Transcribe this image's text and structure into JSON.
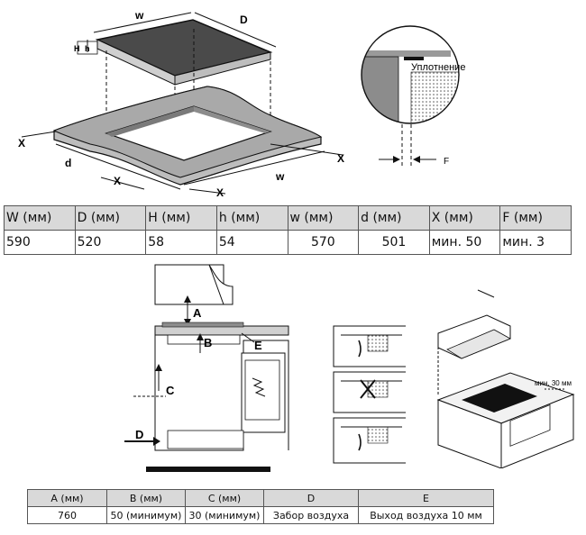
{
  "top_diagram": {
    "labels": {
      "w_top": "w",
      "D": "D",
      "H": "H",
      "h": "h",
      "X1": "X",
      "d": "d",
      "X2": "X",
      "X3": "X",
      "w_bottom": "w",
      "X4": "X"
    }
  },
  "detail": {
    "seal_label": "Уплотнение",
    "F": "F"
  },
  "dims_table": {
    "headers": [
      "W (мм)",
      "D (мм)",
      "H (мм)",
      "h (мм)",
      "w (мм)",
      "d (мм)",
      "X (мм)",
      "F (мм)"
    ],
    "values": [
      "590",
      "520",
      "58",
      "54",
      "570",
      "501",
      "мин. 50",
      "мин. 3"
    ]
  },
  "install_diagram": {
    "A": "A",
    "B": "B",
    "C": "C",
    "D": "D",
    "E": "E"
  },
  "kitchen": {
    "min_label": "мин. 30 мм"
  },
  "vent_table": {
    "headers": [
      "A (мм)",
      "B (мм)",
      "C (мм)",
      "D",
      "E"
    ],
    "values": [
      "760",
      "50 (минимум)",
      "30 (минимум)",
      "Забор воздуха",
      "Выход воздуха 10 мм"
    ]
  }
}
